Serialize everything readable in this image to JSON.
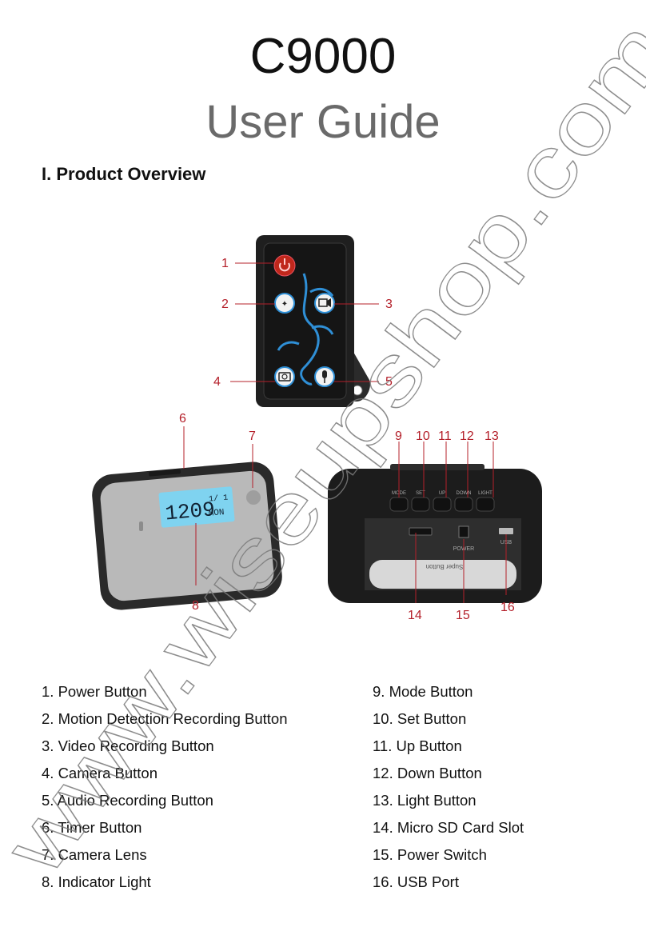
{
  "header": {
    "model": "C9000",
    "subtitle": "User Guide"
  },
  "section": {
    "heading": "I. Product Overview"
  },
  "remote": {
    "callouts": [
      "1",
      "2",
      "3",
      "4",
      "5"
    ]
  },
  "device": {
    "front_callouts": [
      "6",
      "7",
      "8"
    ],
    "back_callouts": [
      "9",
      "10",
      "11",
      "12",
      "13",
      "14",
      "15",
      "16"
    ],
    "lcd_time": "1209",
    "lcd_date": "1/ 1",
    "lcd_day": "MON",
    "back_buttons": [
      "MODE",
      "SET",
      "UP",
      "DOWN",
      "LIGHT"
    ],
    "battery_label": "Super Button",
    "power_label": "POWER",
    "usb_label": "USB"
  },
  "parts": {
    "left": [
      "1. Power Button",
      "2. Motion Detection Recording Button",
      "3. Video Recording Button",
      "4. Camera Button",
      "5. Audio Recording Button",
      "6. Timer Button",
      "7. Camera Lens",
      "8. Indicator Light"
    ],
    "right": [
      "9. Mode Button",
      "10. Set Button",
      "11. Up Button",
      "12. Down Button",
      "13. Light Button",
      "14. Micro SD Card Slot",
      "15. Power Switch",
      "16. USB Port"
    ]
  },
  "watermark": {
    "text": "www.wiseupshop.com"
  },
  "colors": {
    "callout": "#b4202a",
    "remote_accent": "#2f8fd6",
    "power_red": "#c0281c",
    "lcd": "#7fd3f0"
  }
}
